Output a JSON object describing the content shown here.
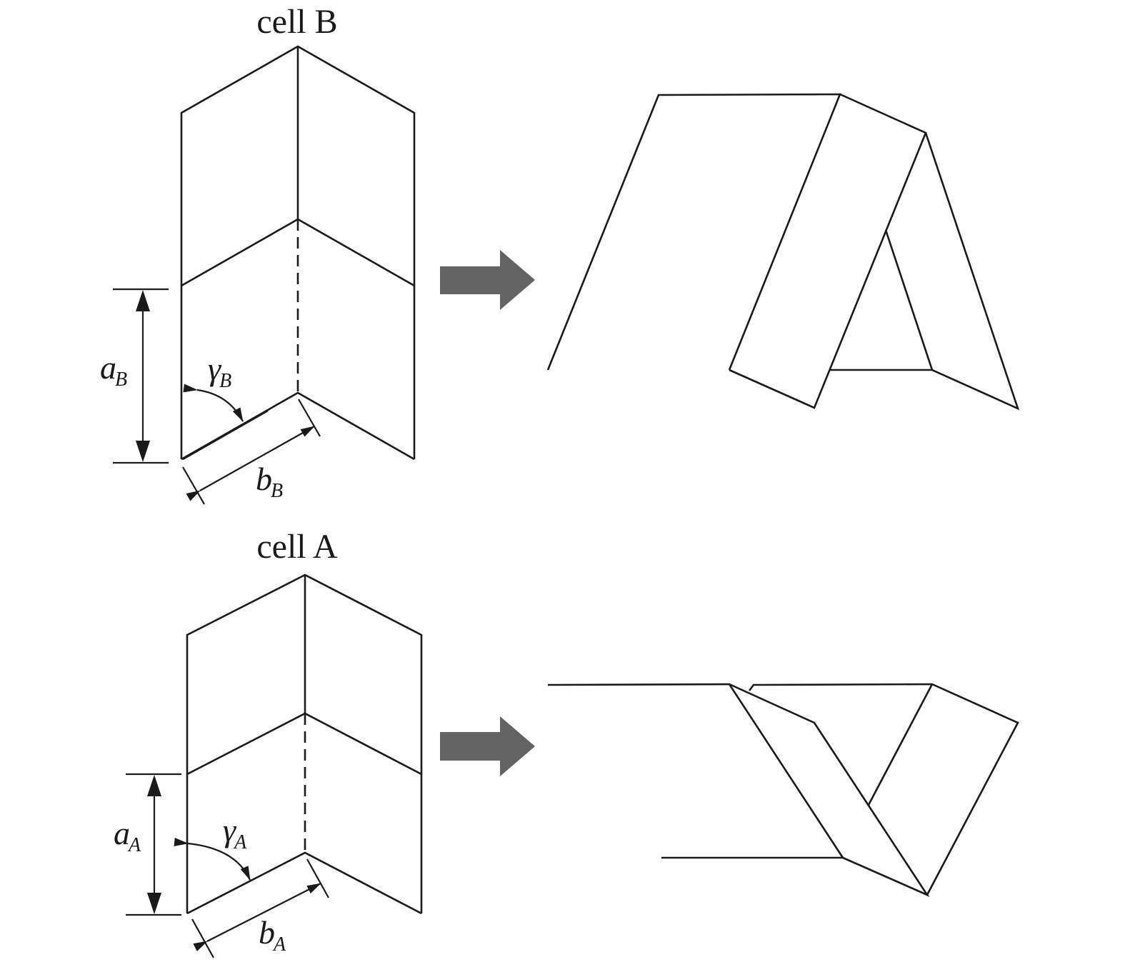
{
  "cells": {
    "B": {
      "title": "cell B",
      "a_symbol": "a",
      "a_subscript": "B",
      "b_symbol": "b",
      "b_subscript": "B",
      "gamma_symbol": "γ",
      "gamma_subscript": "B"
    },
    "A": {
      "title": "cell A",
      "a_symbol": "a",
      "a_subscript": "A",
      "b_symbol": "b",
      "b_subscript": "A",
      "gamma_symbol": "γ",
      "gamma_subscript": "A"
    }
  },
  "colors": {
    "line": "#1a1a1a",
    "arrow": "#636363",
    "background": "#ffffff"
  }
}
